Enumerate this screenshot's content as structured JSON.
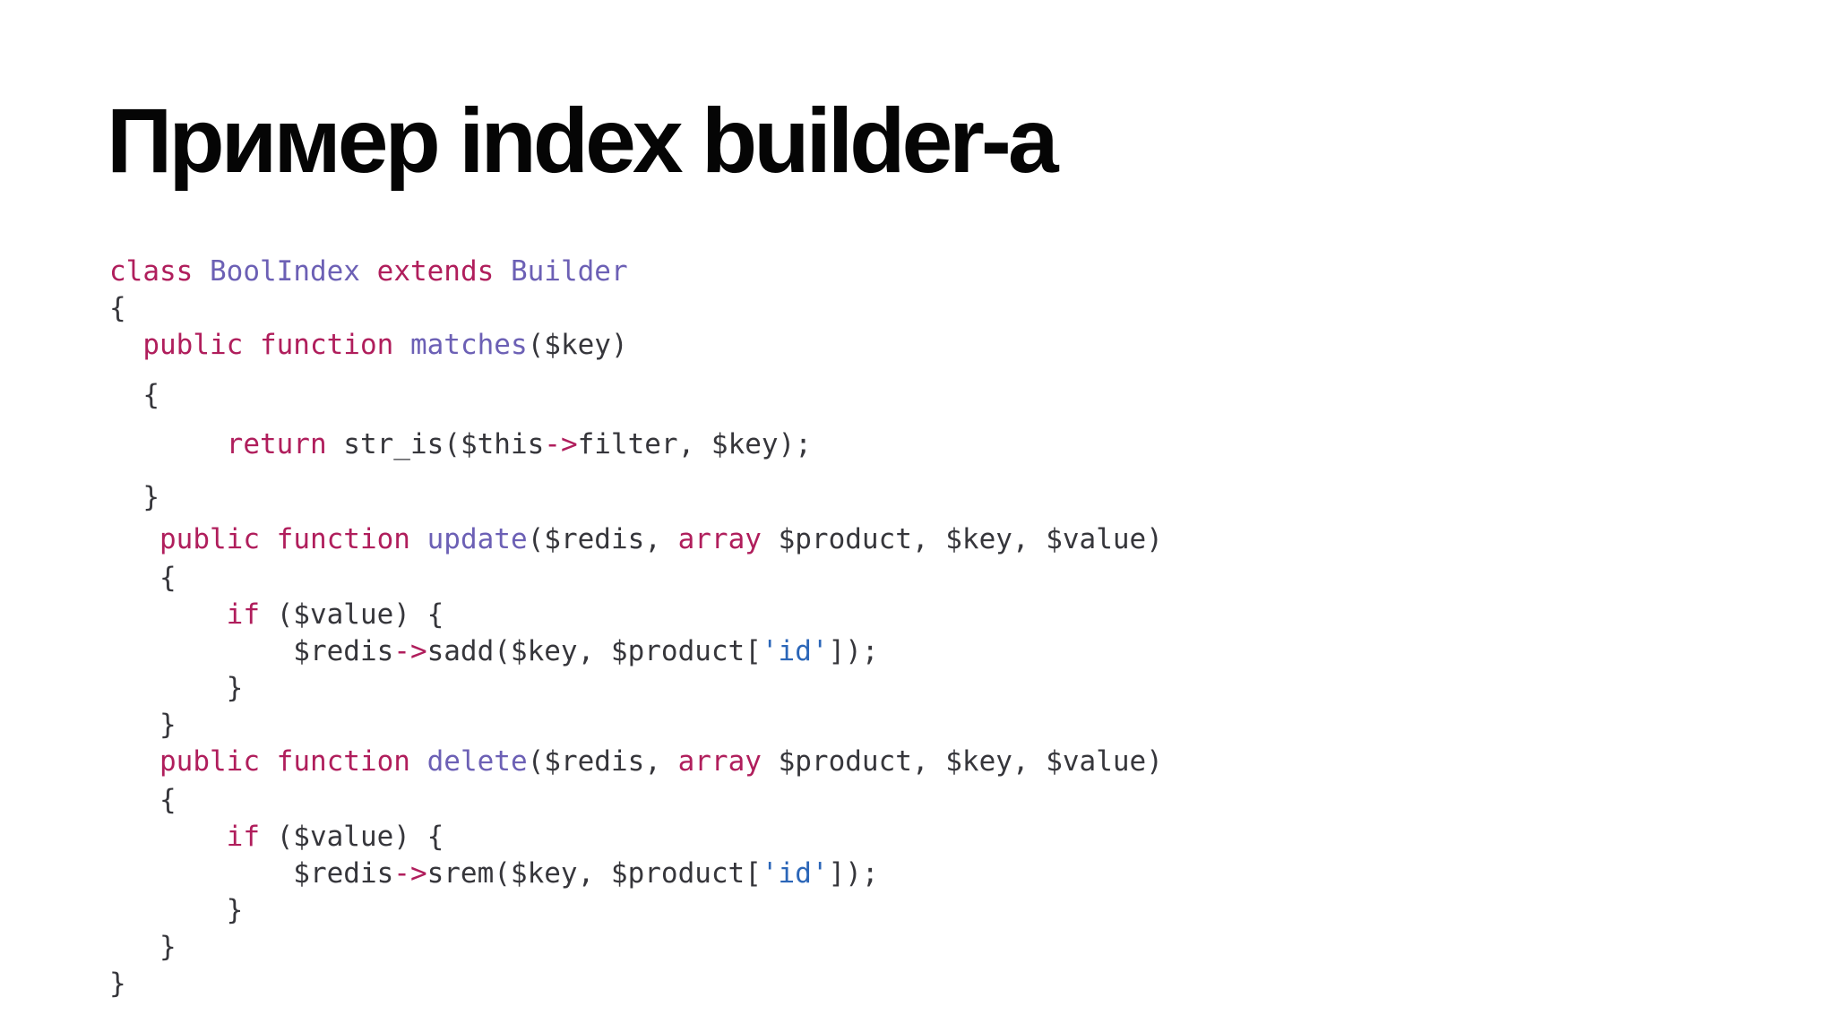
{
  "slide": {
    "title": "Пример index builder-a"
  },
  "colors": {
    "keyword": "#b01e5c",
    "identifier": "#6c60b5",
    "string": "#2b66b8",
    "default": "#36363b",
    "title": "#050505",
    "background": "#ffffff"
  },
  "code": {
    "lines": [
      {
        "tokens": [
          {
            "t": "class",
            "c": "kw"
          },
          {
            "t": " ",
            "c": "def"
          },
          {
            "t": "BoolIndex",
            "c": "id"
          },
          {
            "t": " ",
            "c": "def"
          },
          {
            "t": "extends",
            "c": "kw"
          },
          {
            "t": " ",
            "c": "def"
          },
          {
            "t": "Builder",
            "c": "id"
          }
        ]
      },
      {
        "tokens": [
          {
            "t": "{",
            "c": "def"
          }
        ]
      },
      {
        "tokens": [
          {
            "t": "  ",
            "c": "def"
          },
          {
            "t": "public",
            "c": "kw"
          },
          {
            "t": " ",
            "c": "def"
          },
          {
            "t": "function",
            "c": "kw"
          },
          {
            "t": " ",
            "c": "def"
          },
          {
            "t": "matches",
            "c": "id"
          },
          {
            "t": "($key)",
            "c": "def"
          }
        ]
      },
      {
        "tokens": [
          {
            "t": "  {",
            "c": "def"
          }
        ]
      },
      {
        "tokens": [
          {
            "t": "       ",
            "c": "def"
          },
          {
            "t": "return",
            "c": "kw"
          },
          {
            "t": " str_is($this",
            "c": "def"
          },
          {
            "t": "->",
            "c": "kw"
          },
          {
            "t": "filter, $key);",
            "c": "def"
          }
        ]
      },
      {
        "tokens": [
          {
            "t": "  }",
            "c": "def"
          }
        ]
      },
      {
        "tokens": [
          {
            "t": "   ",
            "c": "def"
          },
          {
            "t": "public",
            "c": "kw"
          },
          {
            "t": " ",
            "c": "def"
          },
          {
            "t": "function",
            "c": "kw"
          },
          {
            "t": " ",
            "c": "def"
          },
          {
            "t": "update",
            "c": "id"
          },
          {
            "t": "($redis, ",
            "c": "def"
          },
          {
            "t": "array",
            "c": "kw"
          },
          {
            "t": " $product, $key, $value)",
            "c": "def"
          }
        ]
      },
      {
        "tokens": [
          {
            "t": "   {",
            "c": "def"
          }
        ]
      },
      {
        "tokens": [
          {
            "t": "       ",
            "c": "def"
          },
          {
            "t": "if",
            "c": "kw"
          },
          {
            "t": " ($value) {",
            "c": "def"
          }
        ]
      },
      {
        "tokens": [
          {
            "t": "           $redis",
            "c": "def"
          },
          {
            "t": "->",
            "c": "kw"
          },
          {
            "t": "sadd($key, $product[",
            "c": "def"
          },
          {
            "t": "'id'",
            "c": "str"
          },
          {
            "t": "]);",
            "c": "def"
          }
        ]
      },
      {
        "tokens": [
          {
            "t": "       }",
            "c": "def"
          }
        ]
      },
      {
        "tokens": [
          {
            "t": "   }",
            "c": "def"
          }
        ]
      },
      {
        "tokens": [
          {
            "t": "   ",
            "c": "def"
          },
          {
            "t": "public",
            "c": "kw"
          },
          {
            "t": " ",
            "c": "def"
          },
          {
            "t": "function",
            "c": "kw"
          },
          {
            "t": " ",
            "c": "def"
          },
          {
            "t": "delete",
            "c": "id"
          },
          {
            "t": "($redis, ",
            "c": "def"
          },
          {
            "t": "array",
            "c": "kw"
          },
          {
            "t": " $product, $key, $value)",
            "c": "def"
          }
        ]
      },
      {
        "tokens": [
          {
            "t": "   {",
            "c": "def"
          }
        ]
      },
      {
        "tokens": [
          {
            "t": "       ",
            "c": "def"
          },
          {
            "t": "if",
            "c": "kw"
          },
          {
            "t": " ($value) {",
            "c": "def"
          }
        ]
      },
      {
        "tokens": [
          {
            "t": "           $redis",
            "c": "def"
          },
          {
            "t": "->",
            "c": "kw"
          },
          {
            "t": "srem($key, $product[",
            "c": "def"
          },
          {
            "t": "'id'",
            "c": "str"
          },
          {
            "t": "]);",
            "c": "def"
          }
        ]
      },
      {
        "tokens": [
          {
            "t": "       }",
            "c": "def"
          }
        ]
      },
      {
        "tokens": [
          {
            "t": "   }",
            "c": "def"
          }
        ]
      },
      {
        "tokens": [
          {
            "t": "}",
            "c": "def"
          }
        ]
      }
    ]
  }
}
